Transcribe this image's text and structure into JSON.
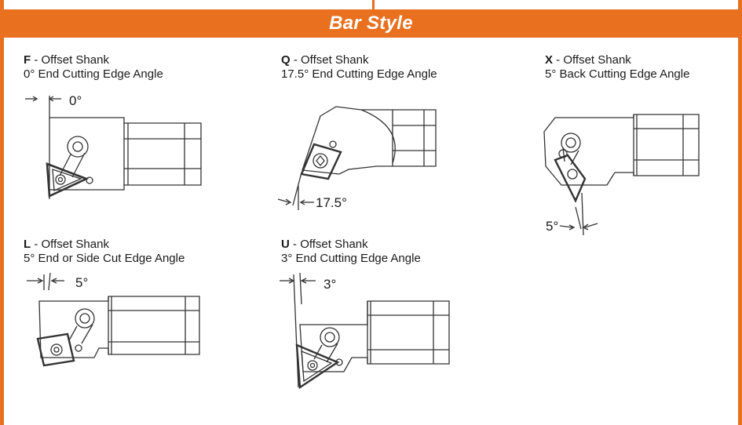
{
  "title": "Bar Style",
  "colors": {
    "accent": "#e8701f",
    "line": "#333333"
  },
  "styles": [
    {
      "code": "F",
      "name": "Offset Shank",
      "desc": "0° End Cutting Edge Angle",
      "angle": "0°"
    },
    {
      "code": "Q",
      "name": "Offset Shank",
      "desc": "17.5° End Cutting Edge Angle",
      "angle": "17.5°"
    },
    {
      "code": "X",
      "name": "Offset Shank",
      "desc": "5° Back Cutting Edge Angle",
      "angle": "5°"
    },
    {
      "code": "L",
      "name": "Offset Shank",
      "desc": "5° End or Side Cut Edge Angle",
      "angle": "5°"
    },
    {
      "code": "U",
      "name": "Offset Shank",
      "desc": "3° End Cutting Edge Angle",
      "angle": "3°"
    }
  ],
  "separator": " - "
}
